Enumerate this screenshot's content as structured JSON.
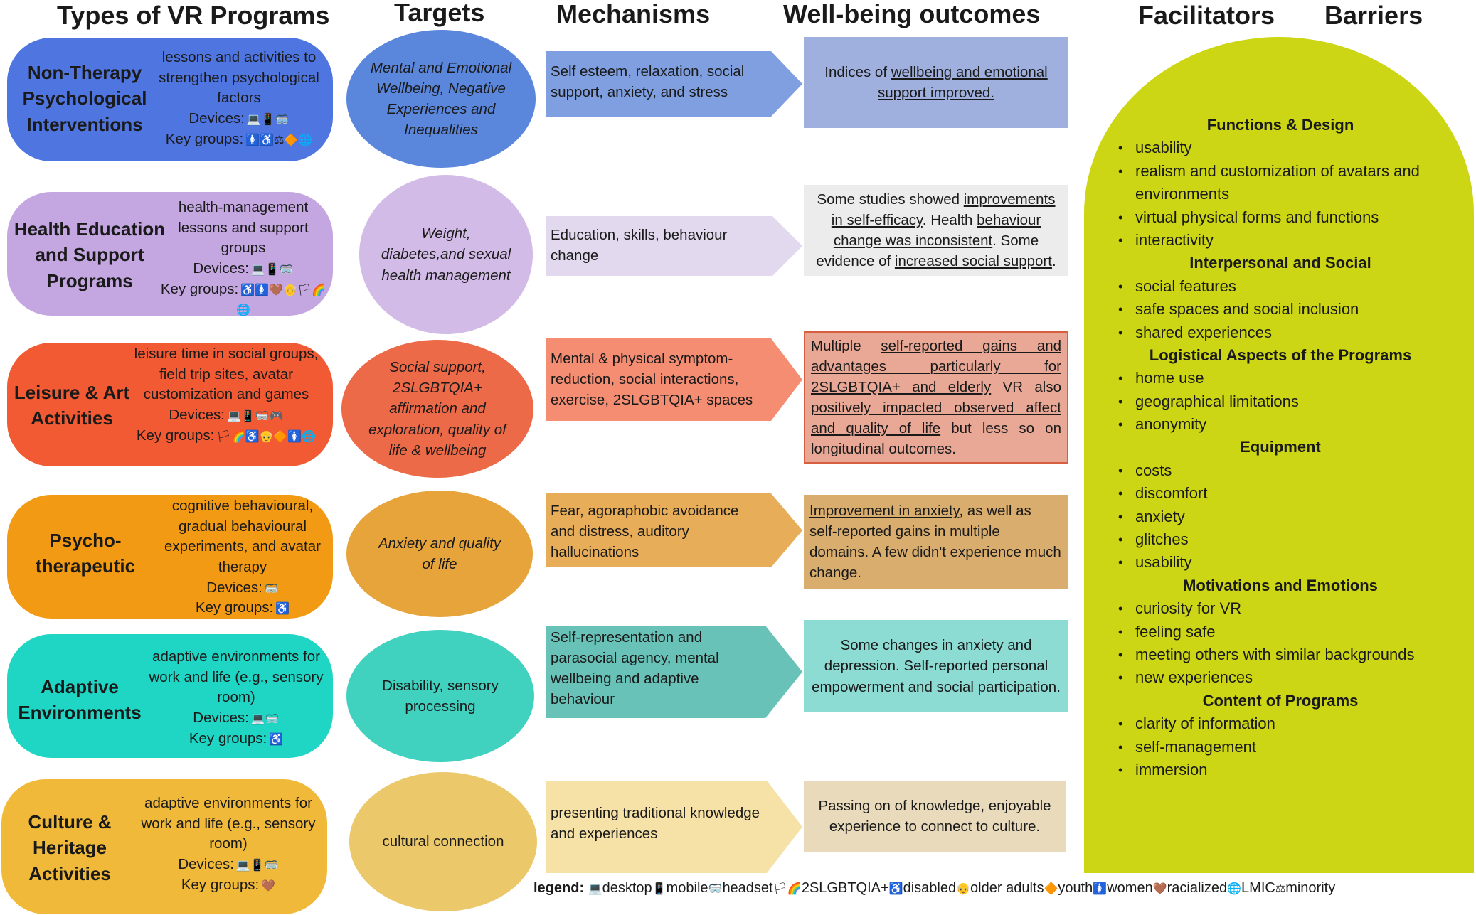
{
  "headers": {
    "types": "Types of VR Programs",
    "targets": "Targets",
    "mechanisms": "Mechanisms",
    "outcomes": "Well-being outcomes",
    "facilitators": "Facilitators",
    "barriers": "Barriers"
  },
  "labels": {
    "devices": "Devices:",
    "key_groups": "Key groups:"
  },
  "colors": {
    "non_therapy": "#4f75e0",
    "health_education": "#c4a6e1",
    "leisure": "#f15a32",
    "psycho": "#f29a13",
    "adaptive": "#1fd6c5",
    "culture": "#f1b93a",
    "facilitators_bg": "#cdd614"
  },
  "rows": [
    {
      "title": "Non-Therapy Psychological Interventions",
      "desc": "lessons and activities to strengthen psychological factors",
      "devices": "💻📱🥽",
      "key_groups": "🚺♿⚖🔶🌐",
      "target": "Mental and Emotional Wellbeing, Negative Experiences and Inequalities",
      "mechanism": "Self esteem, relaxation, social support, anxiety, and stress",
      "outcome_pre": "Indices of ",
      "outcome_u": "wellbeing and emotional support improved."
    },
    {
      "title": "Health Education and Support Programs",
      "desc": "health-management lessons and support groups",
      "devices": "💻📱🥽",
      "key_groups": "♿🚺🤎👴🏳🌈🌐",
      "target": "Weight, diabetes,and sexual health management",
      "mechanism": "Education, skills, behaviour change",
      "outcome_1": "Some studies showed ",
      "outcome_2": "improvements in self-efficacy",
      "outcome_3": ". Health ",
      "outcome_4": "behaviour change was inconsistent",
      "outcome_5": ". Some evidence of ",
      "outcome_6": "increased social support",
      "outcome_7": "."
    },
    {
      "title": "Leisure & Art Activities",
      "desc": "leisure time in social groups, field trip sites, avatar customization and games",
      "devices": "💻📱🥽🎮",
      "key_groups": "🏳🌈♿👴🔶🚺🌐",
      "target": "Social support, 2SLGBTQIA+ affirmation and exploration, quality of life & wellbeing",
      "mechanism": "Mental & physical symptom-reduction, social interactions, exercise, 2SLGBTQIA+ spaces",
      "outcome_1": "Multiple ",
      "outcome_2": "self-reported gains and advantages particularly for 2SLGBTQIA+ and elderly",
      "outcome_3": " VR also ",
      "outcome_4": "positively impacted observed affect and quality of life",
      "outcome_5": " but less so on longitudinal outcomes."
    },
    {
      "title": "Psycho-therapeutic",
      "desc": "cognitive behavioural, gradual behavioural experiments, and avatar therapy",
      "devices": "🥽",
      "key_groups": "♿",
      "target": "Anxiety and quality of life",
      "mechanism": "Fear, agoraphobic avoidance and distress, auditory hallucinations",
      "outcome_1": "Improvement in anxiety",
      "outcome_2": ", as well as self-reported gains in multiple domains. A few didn't experience much change."
    },
    {
      "title": "Adaptive Environments",
      "desc": "adaptive environments for work and life (e.g., sensory room)",
      "devices": "💻🥽",
      "key_groups": "♿",
      "target": "Disability, sensory processing",
      "mechanism": "Self-representation and parasocial agency, mental wellbeing and adaptive behaviour",
      "outcome": "Some changes in anxiety and depression. Self-reported personal empowerment and social participation."
    },
    {
      "title": "Culture & Heritage Activities",
      "desc": "adaptive environments for work and life (e.g., sensory room)",
      "devices": "💻📱🥽",
      "key_groups": "🤎",
      "target": "cultural connection",
      "mechanism": "presenting traditional knowledge and experiences",
      "outcome": "Passing on of knowledge, enjoyable experience to connect to culture."
    }
  ],
  "fb_sections": [
    {
      "heading": "Functions & Design",
      "items": [
        "usability",
        "realism and customization of avatars and",
        "environments",
        "virtual physical forms and functions",
        "interactivity"
      ]
    },
    {
      "heading": "Interpersonal and Social",
      "items": [
        "social features",
        "safe spaces and social inclusion",
        "shared experiences"
      ]
    },
    {
      "heading": "Logistical Aspects of the Programs",
      "items": [
        "home use",
        "geographical limitations",
        "anonymity"
      ]
    },
    {
      "heading": "Equipment",
      "items": [
        "costs",
        "discomfort",
        "anxiety",
        "glitches",
        "usability"
      ]
    },
    {
      "heading": "Motivations and Emotions",
      "items": [
        "curiosity for VR",
        "feeling safe",
        "meeting others with similar backgrounds",
        "new experiences"
      ]
    },
    {
      "heading": "Content of Programs",
      "items": [
        "clarity of information",
        "self-management",
        "immersion"
      ]
    }
  ],
  "legend": {
    "label": "legend:",
    "items": [
      {
        "icon": "💻",
        "text": "desktop"
      },
      {
        "icon": "📱",
        "text": "mobile"
      },
      {
        "icon": "🥽",
        "text": "headset"
      },
      {
        "icon": "🏳🌈",
        "text": "2SLGBTQIA+"
      },
      {
        "icon": "♿",
        "text": "disabled"
      },
      {
        "icon": "👴",
        "text": "older adults"
      },
      {
        "icon": "🔶",
        "text": "youth"
      },
      {
        "icon": "🚺",
        "text": "women"
      },
      {
        "icon": "🤎",
        "text": "racialized"
      },
      {
        "icon": "🌐",
        "text": "LMIC"
      },
      {
        "icon": "⚖",
        "text": "minority"
      }
    ]
  }
}
